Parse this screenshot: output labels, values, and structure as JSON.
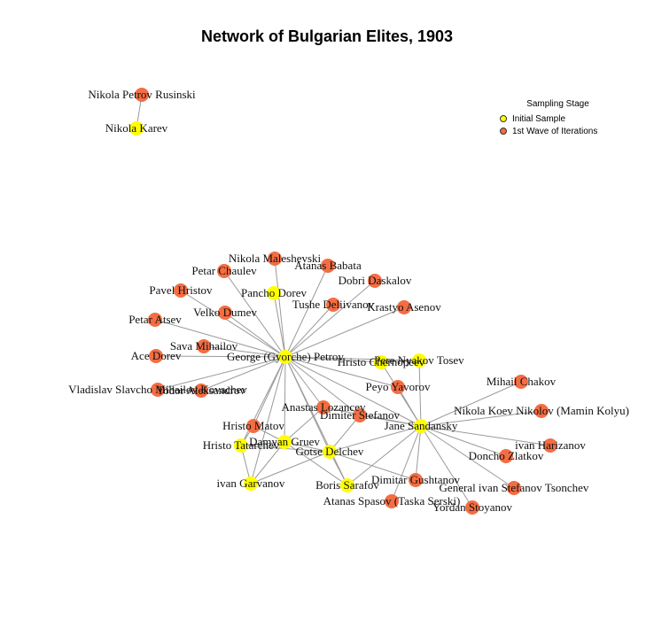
{
  "title": "Network of Bulgarian Elites, 1903",
  "legend": {
    "title": "Sampling Stage",
    "items": [
      {
        "label": "Initial Sample",
        "color": "#ffff00"
      },
      {
        "label": "1st Wave of Iterations",
        "color": "#f46d43"
      }
    ]
  },
  "colors": {
    "initial": "#ffff00",
    "wave1": "#f46d43",
    "edge": "#9a9a9a"
  },
  "nodes": [
    {
      "id": "rusinski",
      "label": "Nikola Petrov Rusinski",
      "stage": "wave1"
    },
    {
      "id": "karev",
      "label": "Nikola Karev",
      "stage": "initial"
    },
    {
      "id": "maleshevski",
      "label": "Nikola Maleshevski",
      "stage": "wave1"
    },
    {
      "id": "babata",
      "label": "Atanas Babata",
      "stage": "wave1"
    },
    {
      "id": "chaulev",
      "label": "Petar Chaulev",
      "stage": "wave1"
    },
    {
      "id": "daskalov",
      "label": "Dobri Daskalov",
      "stage": "wave1"
    },
    {
      "id": "hristov",
      "label": "Pavel Hristov",
      "stage": "wave1"
    },
    {
      "id": "pdorev",
      "label": "Pancho Dorev",
      "stage": "initial"
    },
    {
      "id": "deliivanov",
      "label": "Tushe Deliivanov",
      "stage": "wave1"
    },
    {
      "id": "asenov",
      "label": "Krastyo Asenov",
      "stage": "wave1"
    },
    {
      "id": "dumev",
      "label": "Velko Dumev",
      "stage": "wave1"
    },
    {
      "id": "atsev",
      "label": "Petar Atsev",
      "stage": "wave1"
    },
    {
      "id": "mihailov",
      "label": "Sava Mihailov",
      "stage": "wave1"
    },
    {
      "id": "adorev",
      "label": "Ace Dorev",
      "stage": "wave1"
    },
    {
      "id": "petrov",
      "label": "George (Gyorche) Petrov",
      "stage": "initial"
    },
    {
      "id": "chernopeev",
      "label": "Hristo Chernopeev",
      "stage": "initial"
    },
    {
      "id": "tosev",
      "label": "Pere Nyakov Tosev",
      "stage": "initial"
    },
    {
      "id": "kovachev",
      "label": "Vladislav Slavcho Mihailov Kovachev",
      "stage": "wave1"
    },
    {
      "id": "aleksandrov",
      "label": "Todor Aleksandrov",
      "stage": "wave1"
    },
    {
      "id": "yavorov",
      "label": "Peyo Yavorov",
      "stage": "wave1"
    },
    {
      "id": "chakov",
      "label": "Mihail Chakov",
      "stage": "wave1"
    },
    {
      "id": "lozancev",
      "label": "Anastas Lozancev",
      "stage": "wave1"
    },
    {
      "id": "stefanov",
      "label": "Dimiter Stefanov",
      "stage": "wave1"
    },
    {
      "id": "nikolov",
      "label": "Nikola Koev Nikolov (Mamin Kolyu)",
      "stage": "wave1"
    },
    {
      "id": "matov",
      "label": "Hristo Matov",
      "stage": "wave1"
    },
    {
      "id": "sandansky",
      "label": "Jane Sandansky",
      "stage": "initial"
    },
    {
      "id": "tatarchev",
      "label": "Hristo Tatarchev",
      "stage": "initial"
    },
    {
      "id": "gruev",
      "label": "Damyan Gruev",
      "stage": "initial"
    },
    {
      "id": "harizanov",
      "label": "ivan Harizanov",
      "stage": "wave1"
    },
    {
      "id": "delchev",
      "label": "Gotse Delchev",
      "stage": "initial"
    },
    {
      "id": "zlatkov",
      "label": "Doncho Zlatkov",
      "stage": "wave1"
    },
    {
      "id": "gushtanov",
      "label": "Dimitar Gushtanov",
      "stage": "wave1"
    },
    {
      "id": "garvanov",
      "label": "ivan Garvanov",
      "stage": "initial"
    },
    {
      "id": "sarafov",
      "label": "Boris Sarafov",
      "stage": "initial"
    },
    {
      "id": "tsonchev",
      "label": "General ivan Stefanov Tsonchev",
      "stage": "wave1"
    },
    {
      "id": "serski",
      "label": "Atanas Spasov (Taska Serski)",
      "stage": "wave1"
    },
    {
      "id": "stoyanov",
      "label": "Yordan Stoyanov",
      "stage": "wave1"
    }
  ],
  "edges": [
    [
      "rusinski",
      "karev"
    ],
    [
      "petrov",
      "maleshevski"
    ],
    [
      "petrov",
      "babata"
    ],
    [
      "petrov",
      "chaulev"
    ],
    [
      "petrov",
      "daskalov"
    ],
    [
      "petrov",
      "hristov"
    ],
    [
      "petrov",
      "pdorev"
    ],
    [
      "petrov",
      "deliivanov"
    ],
    [
      "petrov",
      "asenov"
    ],
    [
      "petrov",
      "dumev"
    ],
    [
      "petrov",
      "atsev"
    ],
    [
      "petrov",
      "mihailov"
    ],
    [
      "petrov",
      "adorev"
    ],
    [
      "petrov",
      "kovachev"
    ],
    [
      "petrov",
      "aleksandrov"
    ],
    [
      "petrov",
      "chernopeev"
    ],
    [
      "petrov",
      "tosev"
    ],
    [
      "petrov",
      "matov"
    ],
    [
      "petrov",
      "tatarchev"
    ],
    [
      "petrov",
      "gruev"
    ],
    [
      "petrov",
      "delchev"
    ],
    [
      "petrov",
      "garvanov"
    ],
    [
      "petrov",
      "sarafov"
    ],
    [
      "petrov",
      "sandansky"
    ],
    [
      "petrov",
      "stefanov"
    ],
    [
      "petrov",
      "lozancev"
    ],
    [
      "petrov",
      "yavorov"
    ],
    [
      "sandansky",
      "chernopeev"
    ],
    [
      "sandansky",
      "tosev"
    ],
    [
      "sandansky",
      "yavorov"
    ],
    [
      "sandansky",
      "chakov"
    ],
    [
      "sandansky",
      "nikolov"
    ],
    [
      "sandansky",
      "harizanov"
    ],
    [
      "sandansky",
      "zlatkov"
    ],
    [
      "sandansky",
      "tsonchev"
    ],
    [
      "sandansky",
      "stoyanov"
    ],
    [
      "sandansky",
      "gushtanov"
    ],
    [
      "sandansky",
      "serski"
    ],
    [
      "sandansky",
      "delchev"
    ],
    [
      "sandansky",
      "sarafov"
    ],
    [
      "sandansky",
      "stefanov"
    ],
    [
      "sandansky",
      "lozancev"
    ],
    [
      "delchev",
      "gruev"
    ],
    [
      "delchev",
      "sarafov"
    ],
    [
      "delchev",
      "gushtanov"
    ],
    [
      "delchev",
      "garvanov"
    ],
    [
      "delchev",
      "stefanov"
    ],
    [
      "delchev",
      "tatarchev"
    ],
    [
      "gruev",
      "tatarchev"
    ],
    [
      "gruev",
      "garvanov"
    ],
    [
      "gruev",
      "matov"
    ],
    [
      "gruev",
      "sarafov"
    ],
    [
      "gruev",
      "lozancev"
    ],
    [
      "tatarchev",
      "matov"
    ],
    [
      "tatarchev",
      "garvanov"
    ],
    [
      "kovachev",
      "aleksandrov"
    ],
    [
      "chernopeev",
      "tosev"
    ]
  ]
}
